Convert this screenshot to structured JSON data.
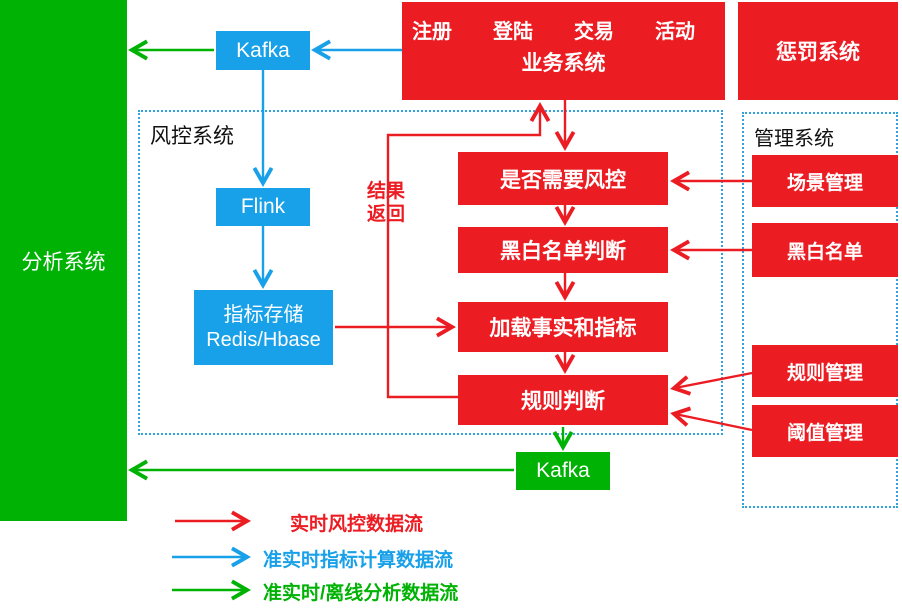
{
  "colors": {
    "red": "#EC1C23",
    "blue": "#18A0E9",
    "green": "#00B204",
    "frame_blue": "#2FA3DC"
  },
  "analysis_system": {
    "label": "分析系统"
  },
  "business_system": {
    "events": [
      "注册",
      "登陆",
      "交易",
      "活动"
    ],
    "label": "业务系统"
  },
  "punishment_system": {
    "label": "惩罚系统"
  },
  "risk_control": {
    "title": "风控系统",
    "kafka_in": "Kafka",
    "flink": "Flink",
    "metric_store": {
      "line1": "指标存储",
      "line2": "Redis/Hbase"
    },
    "result_return": "结果返回",
    "steps": [
      "是否需要风控",
      "黑白名单判断",
      "加载事实和指标",
      "规则判断"
    ],
    "kafka_out": "Kafka"
  },
  "management": {
    "title": "管理系统",
    "items": [
      "场景管理",
      "黑白名单",
      "规则管理",
      "阈值管理"
    ]
  },
  "legend": [
    {
      "label": "实时风控数据流",
      "color": "#EC1C23"
    },
    {
      "label": "准实时指标计算数据流",
      "color": "#18A0E9"
    },
    {
      "label": "准实时/离线分析数据流",
      "color": "#00B204"
    }
  ]
}
